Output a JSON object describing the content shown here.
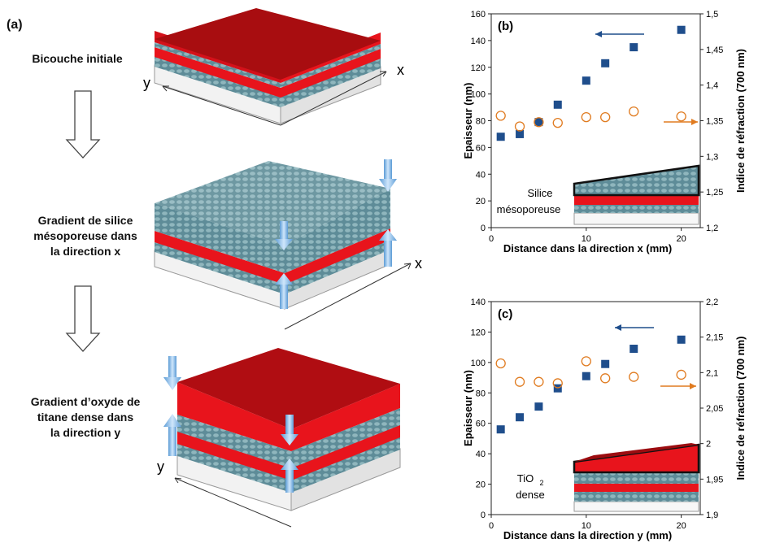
{
  "panel_a": {
    "letter": "(a)",
    "steps": [
      {
        "label": "Bicouche initiale"
      },
      {
        "label_lines": [
          "Gradient de silice",
          "mésoporeuse dans",
          "la direction x"
        ]
      },
      {
        "label_lines": [
          "Gradient d’oxyde de",
          "titane dense dans",
          "la direction y"
        ]
      }
    ],
    "axis_x": "x",
    "axis_y": "y",
    "colors": {
      "red_top": "#b01010",
      "red": "#e8141c",
      "porous": "#5e8c98",
      "white": "#f2f2f2",
      "arrow": "#8fbfe8"
    }
  },
  "chart_data": [
    {
      "panel": "(b)",
      "type": "scatter",
      "xlabel": "Distance dans la direction x (mm)",
      "ylabel": "Epaisseur (nm)",
      "y2label": "Indice de réfraction (700 nm)",
      "xlim": [
        0,
        22
      ],
      "xticks": [
        "0",
        "10",
        "20"
      ],
      "ylim": [
        0,
        160
      ],
      "yticks": [
        "0",
        "20",
        "40",
        "60",
        "80",
        "100",
        "120",
        "140",
        "160"
      ],
      "y2lim": [
        1.2,
        1.5
      ],
      "y2ticks": [
        "1,2",
        "1,25",
        "1,3",
        "1,35",
        "1,4",
        "1,45",
        "1,5"
      ],
      "series": [
        {
          "axis": "left",
          "marker": "square",
          "color": "#1f4e8c",
          "x": [
            1,
            3,
            5,
            7,
            10,
            12,
            15,
            20
          ],
          "y": [
            68,
            70,
            79,
            92,
            110,
            123,
            135,
            148
          ]
        },
        {
          "axis": "right",
          "marker": "circle",
          "color": "#e07b20",
          "x": [
            1,
            3,
            5,
            7,
            10,
            12,
            15,
            20
          ],
          "y": [
            1.357,
            1.342,
            1.348,
            1.347,
            1.355,
            1.355,
            1.363,
            1.356
          ]
        }
      ],
      "inset_text": [
        "Silice",
        "mésoporeuse"
      ]
    },
    {
      "panel": "(c)",
      "type": "scatter",
      "xlabel": "Distance dans la direction y (mm)",
      "ylabel": "Epaisseur (nm)",
      "y2label": "Indice de réfraction (700 nm)",
      "xlim": [
        0,
        22
      ],
      "xticks": [
        "0",
        "10",
        "20"
      ],
      "ylim": [
        0,
        140
      ],
      "yticks": [
        "0",
        "20",
        "40",
        "60",
        "80",
        "100",
        "120",
        "140"
      ],
      "y2lim": [
        1.9,
        2.2
      ],
      "y2ticks": [
        "1,9",
        "1,95",
        "2",
        "2,05",
        "2,1",
        "2,15",
        "2,2"
      ],
      "series": [
        {
          "axis": "left",
          "marker": "square",
          "color": "#1f4e8c",
          "x": [
            1,
            3,
            5,
            7,
            10,
            12,
            15,
            20
          ],
          "y": [
            56,
            64,
            71,
            83,
            91,
            99,
            109,
            115
          ]
        },
        {
          "axis": "right",
          "marker": "circle",
          "color": "#e07b20",
          "x": [
            1,
            3,
            5,
            7,
            10,
            12,
            15,
            20
          ],
          "y": [
            2.113,
            2.087,
            2.087,
            2.085,
            2.116,
            2.092,
            2.094,
            2.097
          ]
        }
      ],
      "inset_text": [
        "TiO",
        "2",
        "dense"
      ]
    }
  ]
}
